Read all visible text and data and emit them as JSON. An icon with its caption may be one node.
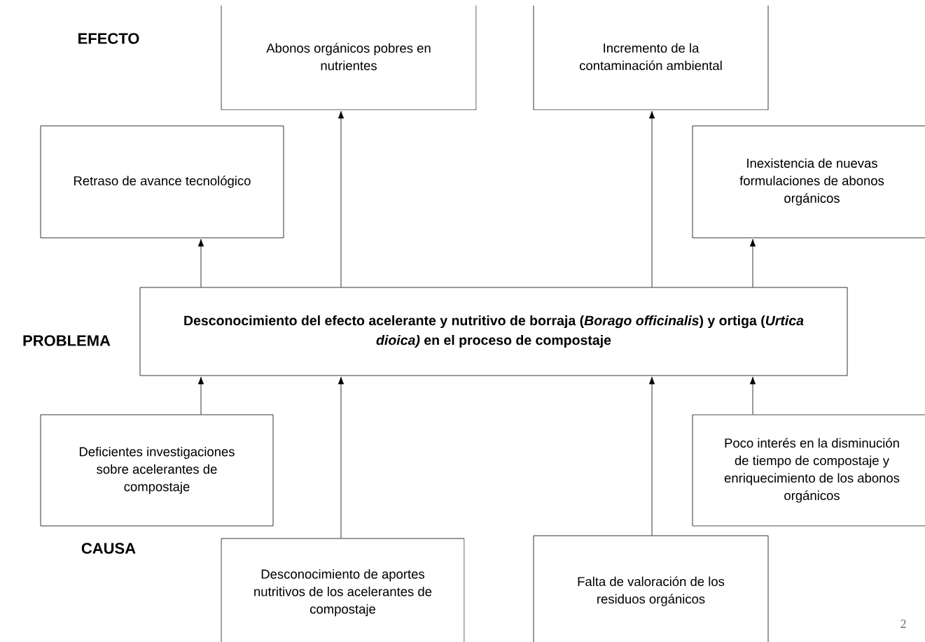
{
  "diagram": {
    "nodes": [
      {
        "text": [
          "Abonos orgánicos pobres en nutrientes"
        ]
      },
      {
        "text": [
          "Incremento de la contaminación ambiental"
        ]
      },
      {
        "text": [
          "Retraso de avance tecnológico"
        ]
      },
      {
        "text": [
          "Inexistencia de nuevas formulaciones de abonos orgánicos"
        ]
      },
      {
        "text": [
          "Desconocimiento del efecto acelerante y nutritivo de borraja (*Borago officinalis*) y ortiga (*Urtica dioica)* en el proceso de compostaje"
        ]
      },
      {
        "text": [
          "Deficientes investigaciones sobre acelerantes de compostaje"
        ]
      },
      {
        "text": [
          "Poco interés en la disminución de tiempo de compostaje y enriquecimiento de los abonos orgánicos"
        ]
      },
      {
        "text": [
          "Desconocimiento de aportes nutritivos de los acelerantes de compostaje"
        ]
      },
      {
        "text": [
          "Falta de valoración de los residuos orgánicos"
        ]
      }
    ],
    "edges": [
      {
        "from": 4,
        "to": 2,
        "arrow": "to"
      },
      {
        "from": 4,
        "to": 0,
        "arrow": "to"
      },
      {
        "from": 4,
        "to": 1,
        "arrow": "to"
      },
      {
        "from": 4,
        "to": 3,
        "arrow": "to"
      },
      {
        "from": 5,
        "to": 4,
        "arrow": "to"
      },
      {
        "from": 7,
        "to": 4,
        "arrow": "to"
      },
      {
        "from": 8,
        "to": 4,
        "arrow": "to"
      },
      {
        "from": 6,
        "to": 4,
        "arrow": "to"
      }
    ],
    "labels": [
      "EFECTO",
      "PROBLEMA",
      "CAUSA",
      "2"
    ]
  }
}
